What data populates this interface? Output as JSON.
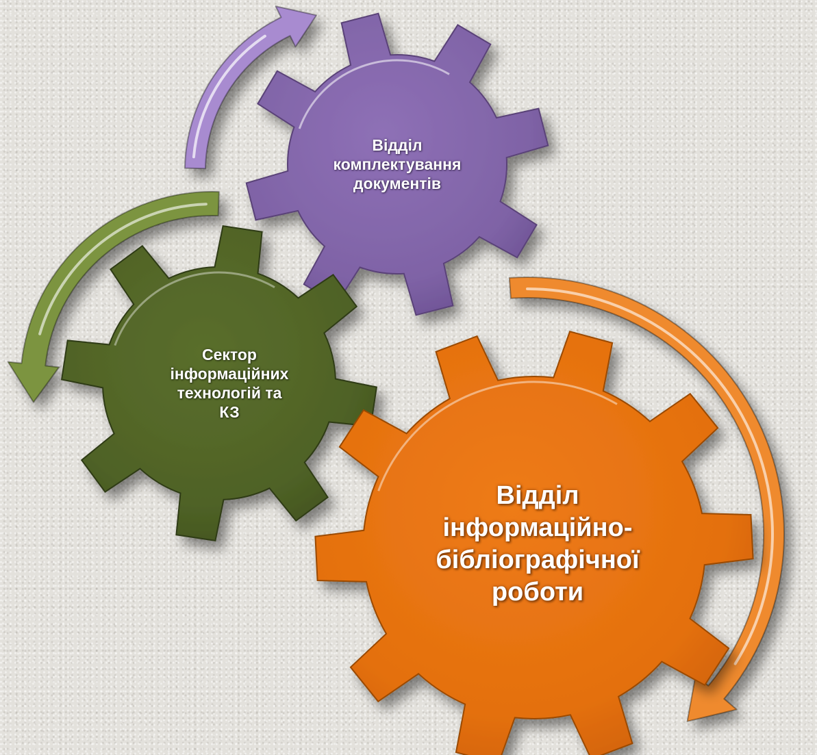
{
  "diagram": {
    "gears": [
      {
        "id": "purple",
        "color": "#7f63a6",
        "label_lines": [
          "Відділ",
          "комплектування",
          "документів"
        ]
      },
      {
        "id": "green",
        "color": "#4f6226",
        "label_lines": [
          "Сектор",
          "інформаційних",
          "технологій та",
          "КЗ"
        ]
      },
      {
        "id": "orange",
        "color": "#e4700f",
        "label_lines": [
          "Відділ",
          "інформаційно-",
          "бібліографічної",
          "роботи"
        ]
      }
    ],
    "arrows": [
      {
        "id": "purple-arrow",
        "color": "#a88bd0"
      },
      {
        "id": "green-arrow",
        "color": "#7c9441"
      },
      {
        "id": "orange-arrow",
        "color": "#ef8a2e"
      }
    ]
  }
}
